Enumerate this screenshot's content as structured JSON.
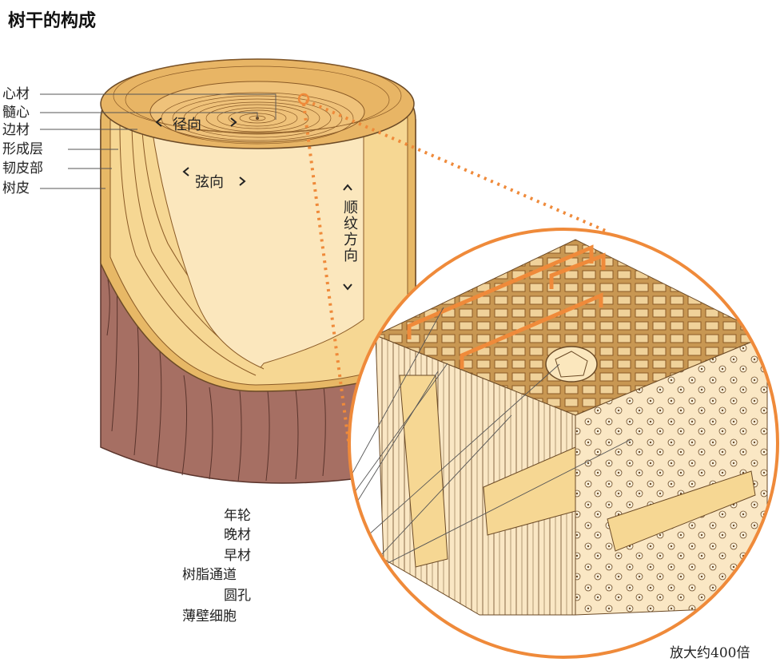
{
  "title": "树干的构成",
  "left_labels": [
    "心材",
    "髓心",
    "边材",
    "形成层",
    "韧皮部",
    "树皮"
  ],
  "bottom_labels": [
    "年轮",
    "晚材",
    "早材",
    "树脂通道",
    "圆孔",
    "薄壁细胞"
  ],
  "directions": {
    "radial": "径向",
    "tangential": "弦向",
    "longitudinal": "顺纹方向"
  },
  "magnification": "放大约400倍",
  "colors": {
    "heartwood": "#e6b66a",
    "sapwood": "#fbe7bd",
    "bark": "#a66f63",
    "highlight": "#ef8a3a"
  }
}
